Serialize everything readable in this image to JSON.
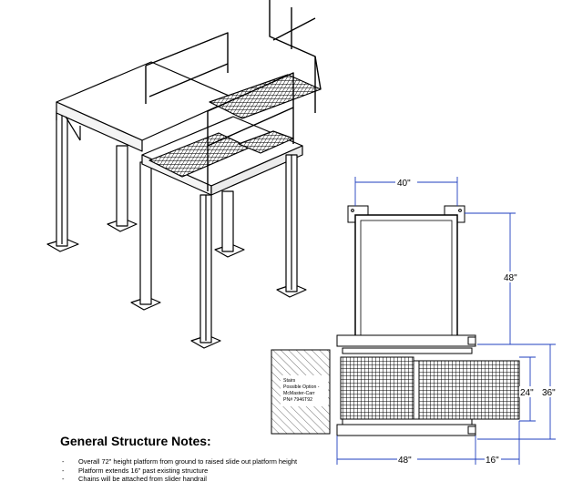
{
  "notes": {
    "title": "General Structure Notes:",
    "items": [
      "Overall 72\" height platform from ground to raised slide out platform height",
      "Platform extends 16\" past existing structure",
      "Chains will be attached from slider handrail"
    ]
  },
  "dimensions": {
    "top_width": "40\"",
    "height": "48\"",
    "bottom_width": "48\"",
    "extension": "16\"",
    "inner_depth": "24\"",
    "outer_depth": "36\""
  },
  "stairs_callout": {
    "lines": [
      "Stairs",
      "Possible Option -",
      "McMaster-Carr",
      "PN# 7946T92"
    ]
  },
  "colors": {
    "dimension_line": "#1f3fbf",
    "line": "#000000"
  }
}
